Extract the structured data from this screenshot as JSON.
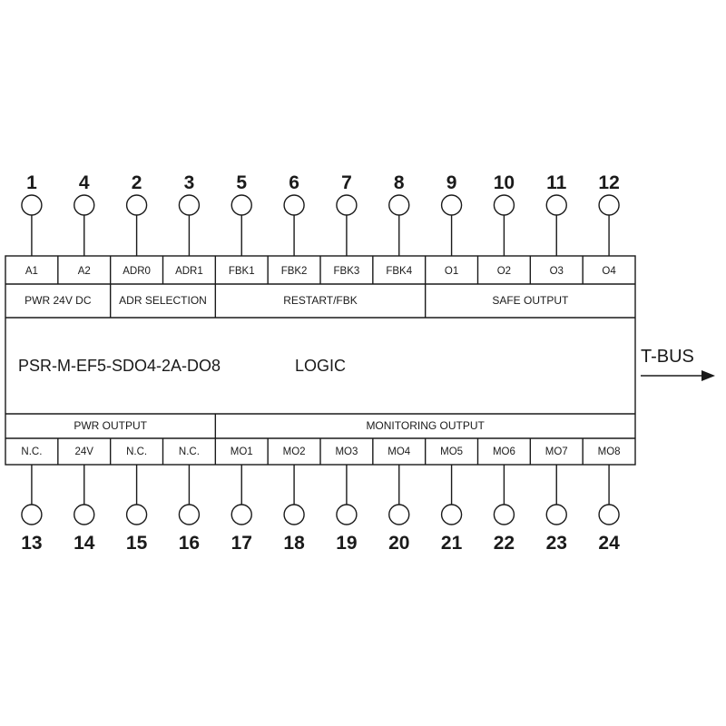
{
  "module": {
    "name": "PSR-M-EF5-SDO4-2A-DO8",
    "logic_label": "LOGIC",
    "bus_label": "T-BUS"
  },
  "top": {
    "numbers": [
      "1",
      "4",
      "2",
      "3",
      "5",
      "6",
      "7",
      "8",
      "9",
      "10",
      "11",
      "12"
    ],
    "terminals": [
      "A1",
      "A2",
      "ADR0",
      "ADR1",
      "FBK1",
      "FBK2",
      "FBK3",
      "FBK4",
      "O1",
      "O2",
      "O3",
      "O4"
    ],
    "groups": [
      {
        "label": "PWR 24V DC",
        "span": 2
      },
      {
        "label": "ADR SELECTION",
        "span": 2
      },
      {
        "label": "RESTART/FBK",
        "span": 4
      },
      {
        "label": "SAFE OUTPUT",
        "span": 4
      }
    ]
  },
  "bottom": {
    "groups": [
      {
        "label": "PWR OUTPUT",
        "span": 4
      },
      {
        "label": "MONITORING OUTPUT",
        "span": 8
      }
    ],
    "terminals": [
      "N.C.",
      "24V",
      "N.C.",
      "N.C.",
      "MO1",
      "MO2",
      "MO3",
      "MO4",
      "MO5",
      "MO6",
      "MO7",
      "MO8"
    ],
    "numbers": [
      "13",
      "14",
      "15",
      "16",
      "17",
      "18",
      "19",
      "20",
      "21",
      "22",
      "23",
      "24"
    ]
  }
}
